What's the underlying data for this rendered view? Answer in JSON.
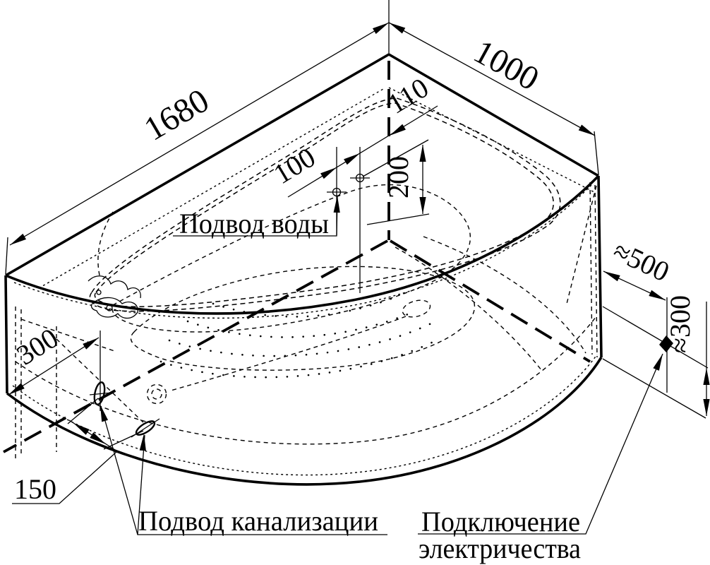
{
  "drawing": {
    "dimensions": {
      "overall_length": "1680",
      "overall_width": "1000",
      "water_supply_spacing": "100",
      "water_supply_to_wall": "110",
      "water_supply_height": "200",
      "drain_to_wall": "300",
      "drain_spacing": "150",
      "electrical_to_bath": "≈500",
      "electrical_height": "≈300"
    },
    "labels": {
      "water_supply": "Подвод воды",
      "sewer_connection": "Подвод канализации",
      "electrical_line1": "Подключение",
      "electrical_line2": "электричества"
    },
    "colors": {
      "ink": "#000000",
      "background": "#ffffff"
    }
  }
}
